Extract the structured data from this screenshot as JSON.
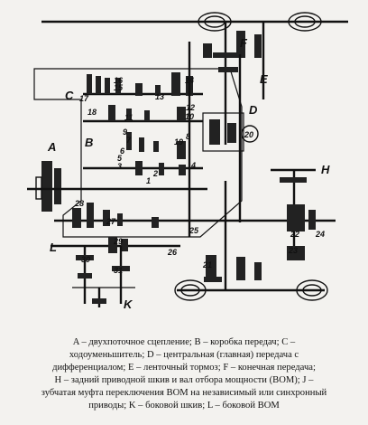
{
  "labels": {
    "A": "A",
    "B": "B",
    "C": "C",
    "D": "D",
    "E": "E",
    "F": "F",
    "H": "H",
    "K": "K",
    "L": "L"
  },
  "gear_numbers": [
    "1",
    "2",
    "3",
    "4",
    "5",
    "6",
    "7",
    "8",
    "9",
    "10",
    "11",
    "12",
    "13",
    "14",
    "15",
    "16",
    "17",
    "18",
    "19",
    "20",
    "21",
    "22",
    "23",
    "24",
    "25",
    "26",
    "27",
    "28",
    "29",
    "30",
    "31"
  ],
  "caption": {
    "line1": "A – двухпоточное сцепление; B – коробка передач; C –",
    "line2": "ходоуменьшитель; D – центральная (главная) передача с",
    "line3": "дифференциалом; E – ленточный тормоз; F – конечная передача;",
    "line4": "H – задний приводной шкив и вал отбора мощности (ВОМ); J –",
    "line5": "зубчатая муфта переключения ВОМ на независимый или синхронный",
    "line6": "приводы; K – боковой шкив; L – боковой ВОМ"
  }
}
